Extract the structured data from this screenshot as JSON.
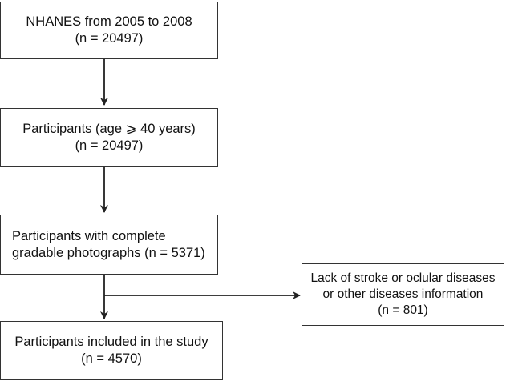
{
  "boxes": {
    "nhanes": {
      "line1": "NHANES from 2005 to 2008",
      "line2": "(n = 20497)"
    },
    "age": {
      "line1": "Participants (age ⩾ 40 years)",
      "line2": "(n = 20497)"
    },
    "photos": {
      "line1": "Participants with complete",
      "line2": "gradable photographs (n = 5371)"
    },
    "excluded": {
      "line1": "Lack of stroke or oclular diseases",
      "line2": "or other diseases information",
      "line3": "(n = 801)"
    },
    "included": {
      "line1": "Participants included in the study",
      "line2": "(n = 4570)"
    }
  }
}
